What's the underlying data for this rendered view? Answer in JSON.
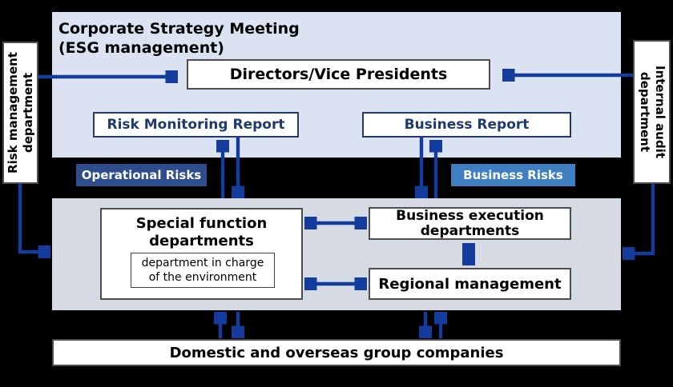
{
  "colors": {
    "background": "#000000",
    "top_panel_bg": "#dbe3f3",
    "middle_panel_bg": "#d5dae3",
    "arrow_blue": "#143c9c",
    "report_navy": "#1e3a6e",
    "operational_risks_bg": "#2e4d8f",
    "business_risks_bg": "#3e7fc1",
    "box_border_gray": "#4d4d4d",
    "box_bg": "#ffffff"
  },
  "top_panel": {
    "title": [
      "Corporate Strategy Meeting",
      "(ESG management)"
    ],
    "directors": "Directors/Vice Presidents",
    "risk_monitoring_report": "Risk Monitoring Report",
    "business_report": "Business Report"
  },
  "side_panels": {
    "risk_management": [
      "Risk management",
      "department"
    ],
    "internal_audit": [
      "Internal audit",
      "department"
    ]
  },
  "risk_labels": {
    "operational": "Operational Risks",
    "business": "Business Risks"
  },
  "middle_panel": {
    "special_function": [
      "Special function",
      "departments"
    ],
    "environment_department": [
      "department in charge",
      "of the environment"
    ],
    "business_execution": [
      "Business execution",
      "departments"
    ],
    "regional_management": "Regional management"
  },
  "bottom_bar": {
    "label": "Domestic and overseas group companies"
  }
}
